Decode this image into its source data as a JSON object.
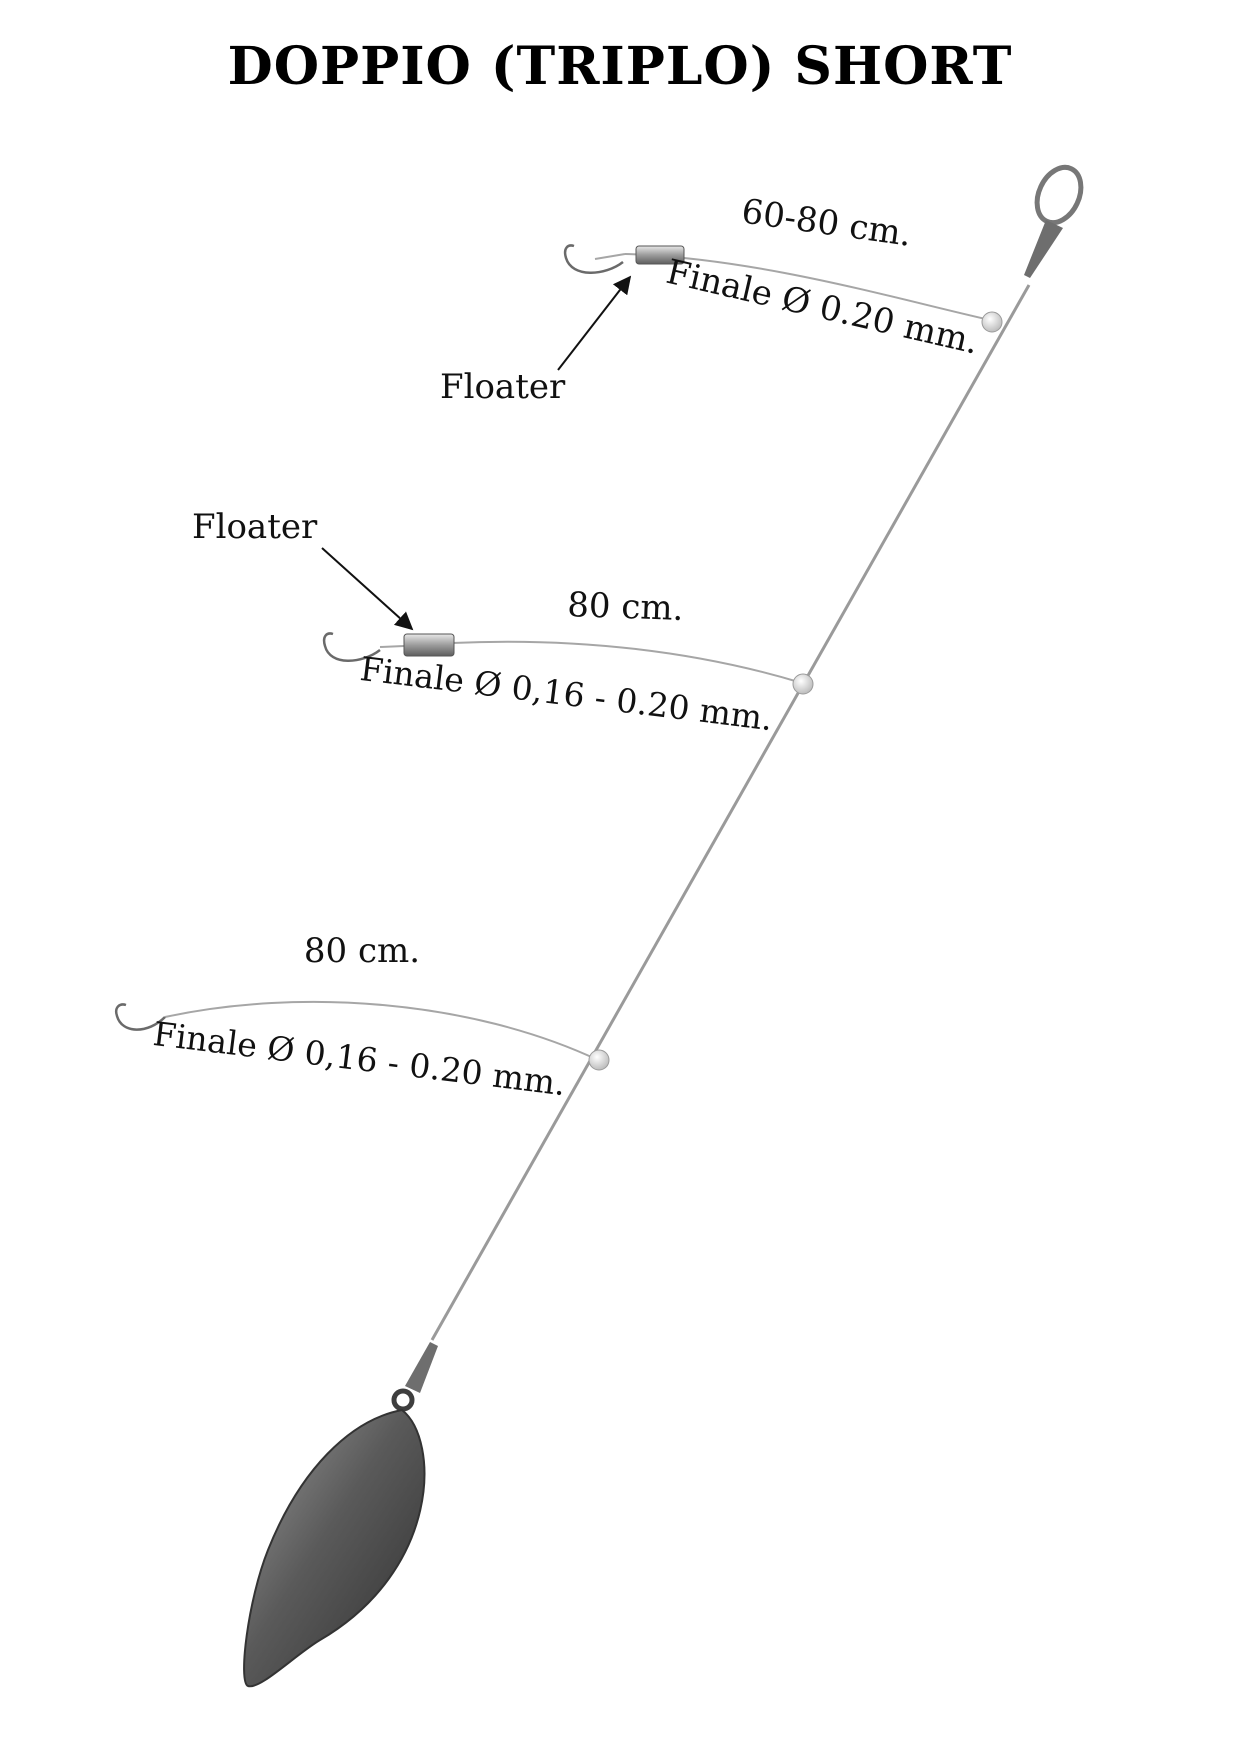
{
  "title": "DOPPIO (TRIPLO) SHORT",
  "colors": {
    "line": "#9a9a9a",
    "metal": "#6e6e6e",
    "lead": "#5c5c5c",
    "bead": "#d8d8d8",
    "text": "#111111"
  },
  "branches": [
    {
      "length_label": "60-80 cm.",
      "diameter_label": "Finale Ø 0.20 mm.",
      "floater_label": "Floater",
      "has_floater": true
    },
    {
      "length_label": "80 cm.",
      "diameter_label": "Finale Ø 0,16 - 0.20 mm.",
      "floater_label": "Floater",
      "has_floater": true
    },
    {
      "length_label": "80 cm.",
      "diameter_label": "Finale Ø 0,16 - 0.20 mm.",
      "has_floater": false
    }
  ],
  "components": {
    "top_loop": "loop-icon",
    "sinker": "lead-sinker-icon",
    "hook": "hook-icon",
    "bead": "bead-icon",
    "floater": "floater-icon"
  }
}
